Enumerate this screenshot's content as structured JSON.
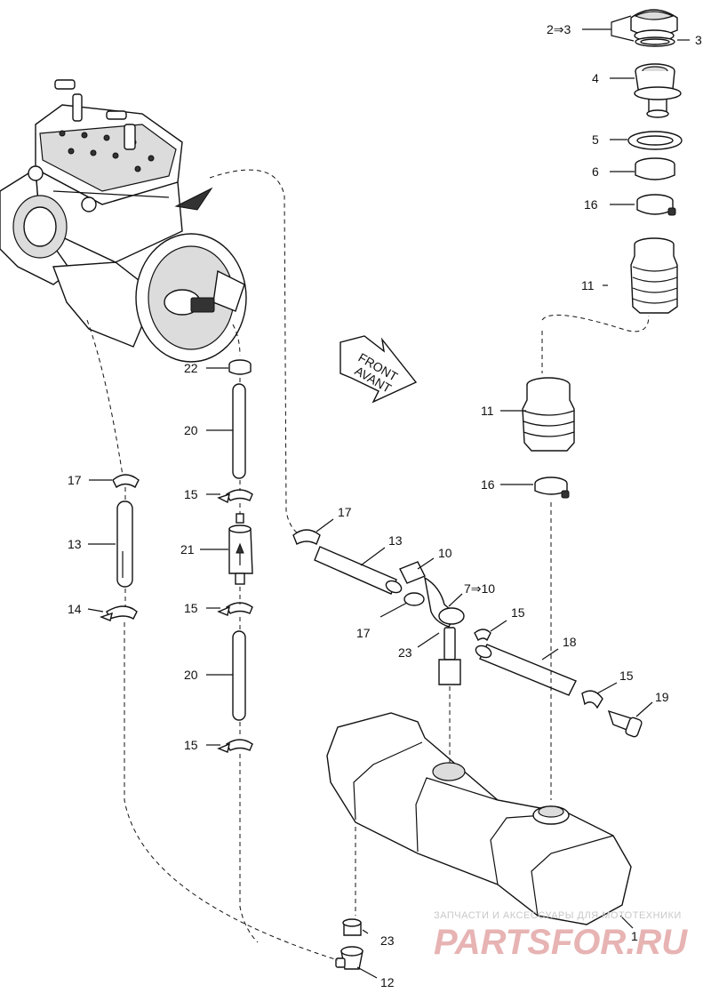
{
  "diagram": {
    "labels": {
      "l2to3": "2⇒3",
      "l3": "3",
      "l4": "4",
      "l5": "5",
      "l6": "6",
      "l16a": "16",
      "l11a": "11",
      "l11b": "11",
      "l16b": "16",
      "l22": "22",
      "l20a": "20",
      "l15a": "15",
      "l21": "21",
      "l15b": "15",
      "l20b": "20",
      "l15c": "15",
      "l17a": "17",
      "l13a": "13",
      "l14": "14",
      "l17b": "17",
      "l13b": "13",
      "l10": "10",
      "l7to10": "7⇒10",
      "l17c": "17",
      "l23a": "23",
      "l15d": "15",
      "l18": "18",
      "l15e": "15",
      "l19": "19",
      "l1": "1",
      "l23b": "23",
      "l12": "12"
    },
    "front_arrow": {
      "line1": "FRONT",
      "line2": "AVANT"
    },
    "watermark": {
      "caption": "ЗАПЧАСТИ И АКСЕССУАРЫ ДЛЯ МОТОТЕХНИКИ",
      "brand": "PARTSFOR.RU"
    }
  }
}
